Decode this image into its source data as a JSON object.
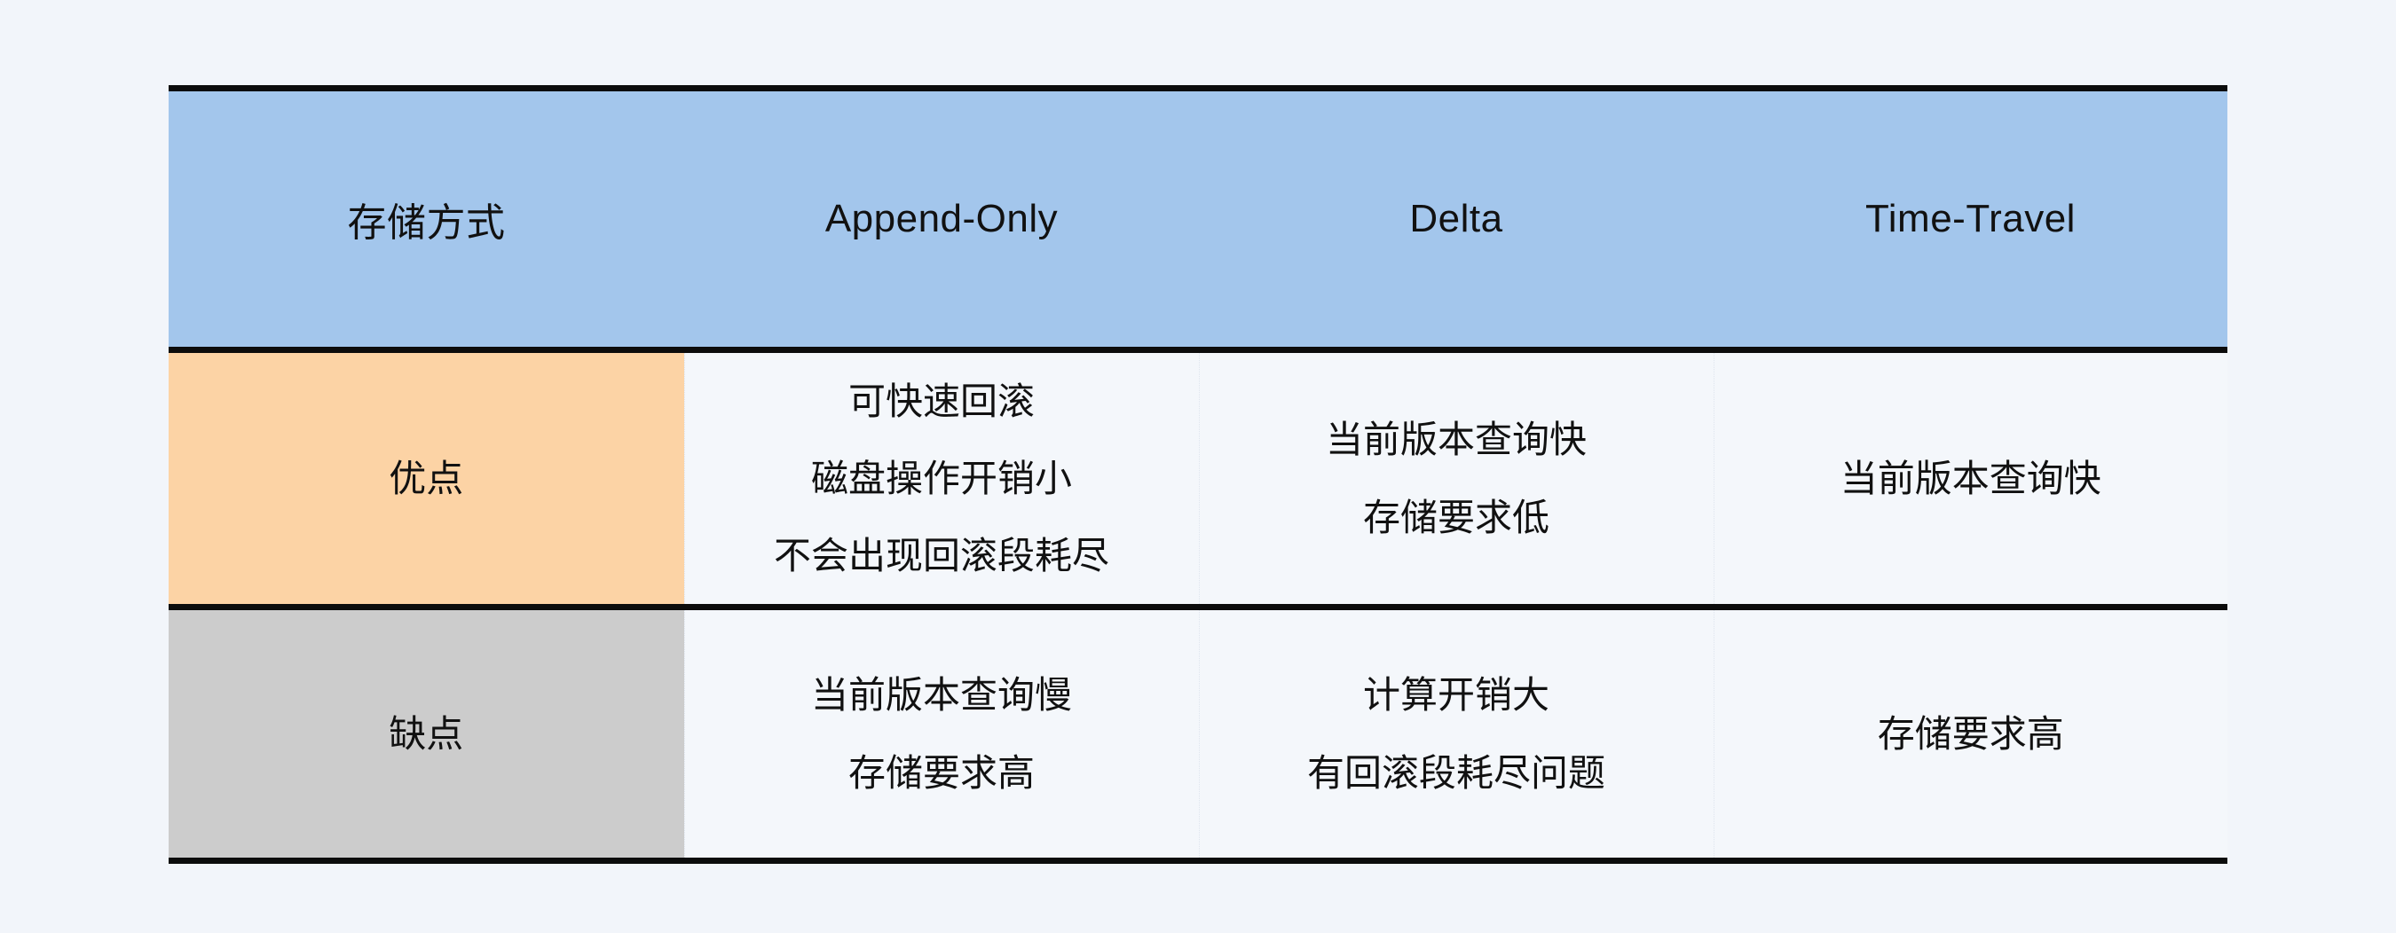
{
  "page": {
    "background_color": "#f2f5fa",
    "header_background_color": "#a3c6ec",
    "pros_label_background_color": "#fcd3a5",
    "cons_label_background_color": "#cccccc",
    "cell_background_color": "#f4f7fb",
    "border_color": "#0c0c0c",
    "text_color": "#111111"
  },
  "table": {
    "headers": [
      {
        "label": "存储方式"
      },
      {
        "label": "Append-Only"
      },
      {
        "label": "Delta"
      },
      {
        "label": "Time-Travel"
      }
    ],
    "rows": [
      {
        "label": "优点",
        "cells": [
          {
            "lines": [
              "可快速回滚",
              "磁盘操作开销小",
              "不会出现回滚段耗尽"
            ]
          },
          {
            "lines": [
              "当前版本查询快",
              "存储要求低"
            ]
          },
          {
            "lines": [
              "当前版本查询快"
            ]
          }
        ]
      },
      {
        "label": "缺点",
        "cells": [
          {
            "lines": [
              "当前版本查询慢",
              "存储要求高"
            ]
          },
          {
            "lines": [
              "计算开销大",
              "有回滚段耗尽问题"
            ]
          },
          {
            "lines": [
              "存储要求高"
            ]
          }
        ]
      }
    ]
  }
}
